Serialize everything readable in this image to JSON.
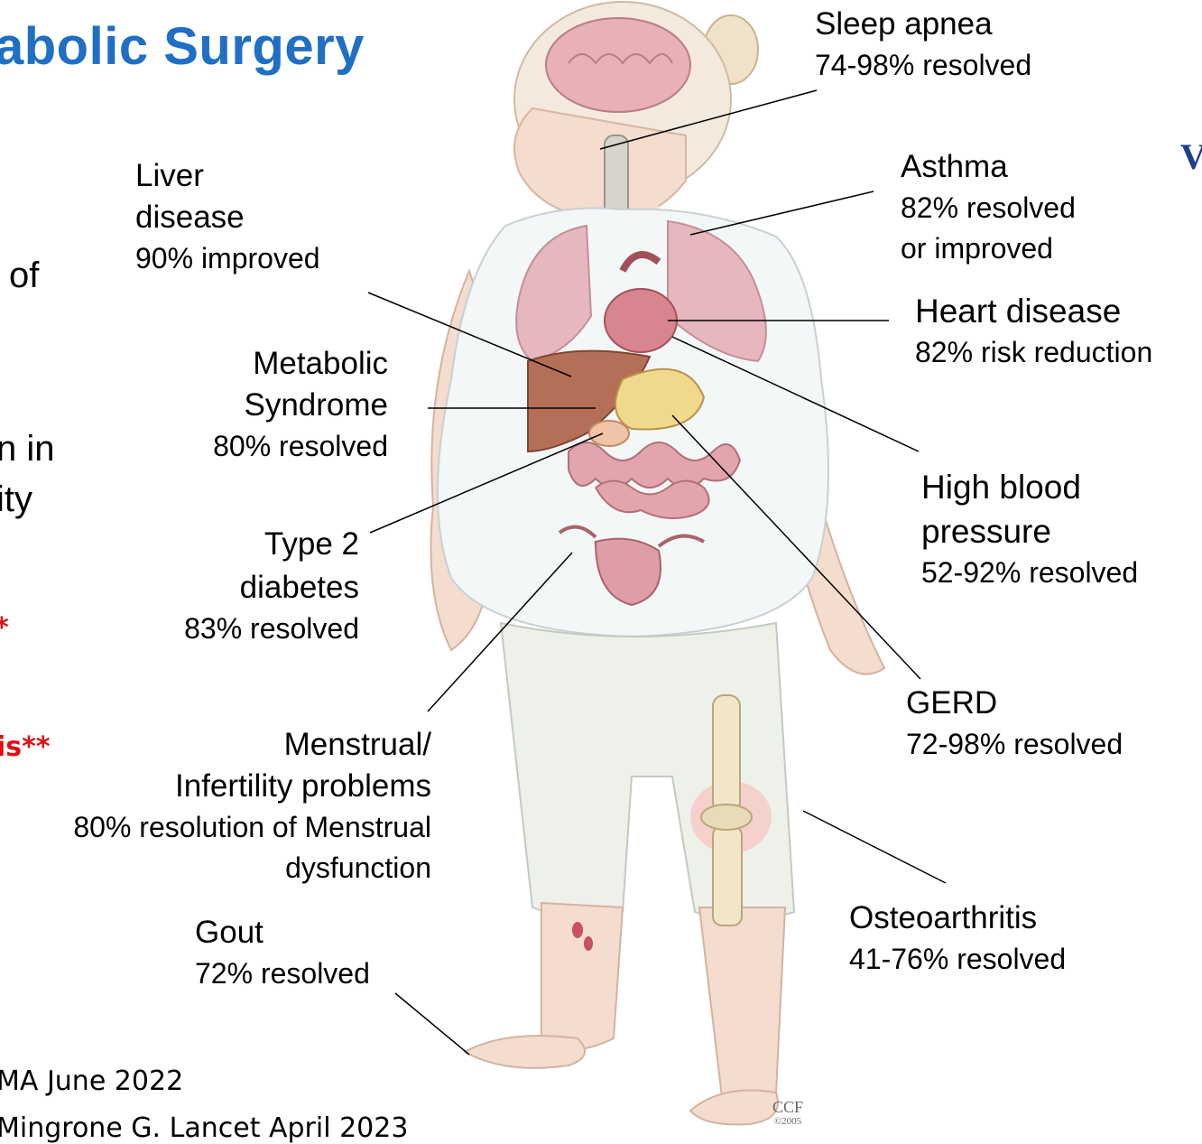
{
  "title": "abolic Surgery",
  "left_fragments": [
    "of",
    "n in",
    "ity",
    "*",
    "is**"
  ],
  "references": [
    "MA June 2022",
    "Mingrone G. Lancet April 2023"
  ],
  "labels": {
    "sleep_apnea": {
      "name": "Sleep apnea",
      "stat": "74-98% resolved"
    },
    "asthma": {
      "name": "Asthma",
      "stat1": "82% resolved",
      "stat2": "or improved"
    },
    "heart_disease": {
      "name": "Heart disease",
      "stat": "82% risk reduction"
    },
    "high_bp": {
      "name1": "High blood",
      "name2": "pressure",
      "stat": "52-92% resolved"
    },
    "gerd": {
      "name": "GERD",
      "stat": "72-98% resolved"
    },
    "osteoarthritis": {
      "name": "Osteoarthritis",
      "stat": "41-76% resolved"
    },
    "liver": {
      "name1": "Liver",
      "name2": "disease",
      "stat": "90% improved"
    },
    "metabolic": {
      "name1": "Metabolic",
      "name2": "Syndrome",
      "stat": "80% resolved"
    },
    "diabetes": {
      "name1": "Type 2",
      "name2": "diabetes",
      "stat": "83% resolved"
    },
    "menstrual": {
      "name1": "Menstrual/",
      "name2": "Infertility problems",
      "stat1": "80% resolution of Menstrual",
      "stat2": "dysfunction"
    },
    "gout": {
      "name": "Gout",
      "stat": "72% resolved"
    }
  },
  "copyright": {
    "mark": "CCF",
    "year": "©2005"
  },
  "logo_letter": "V",
  "colors": {
    "title": "#1f6fc4",
    "emphasis": "#e01010",
    "skin": "#f6dccd",
    "shirt": "#f4f7f7",
    "organ": "#d99aa6"
  }
}
